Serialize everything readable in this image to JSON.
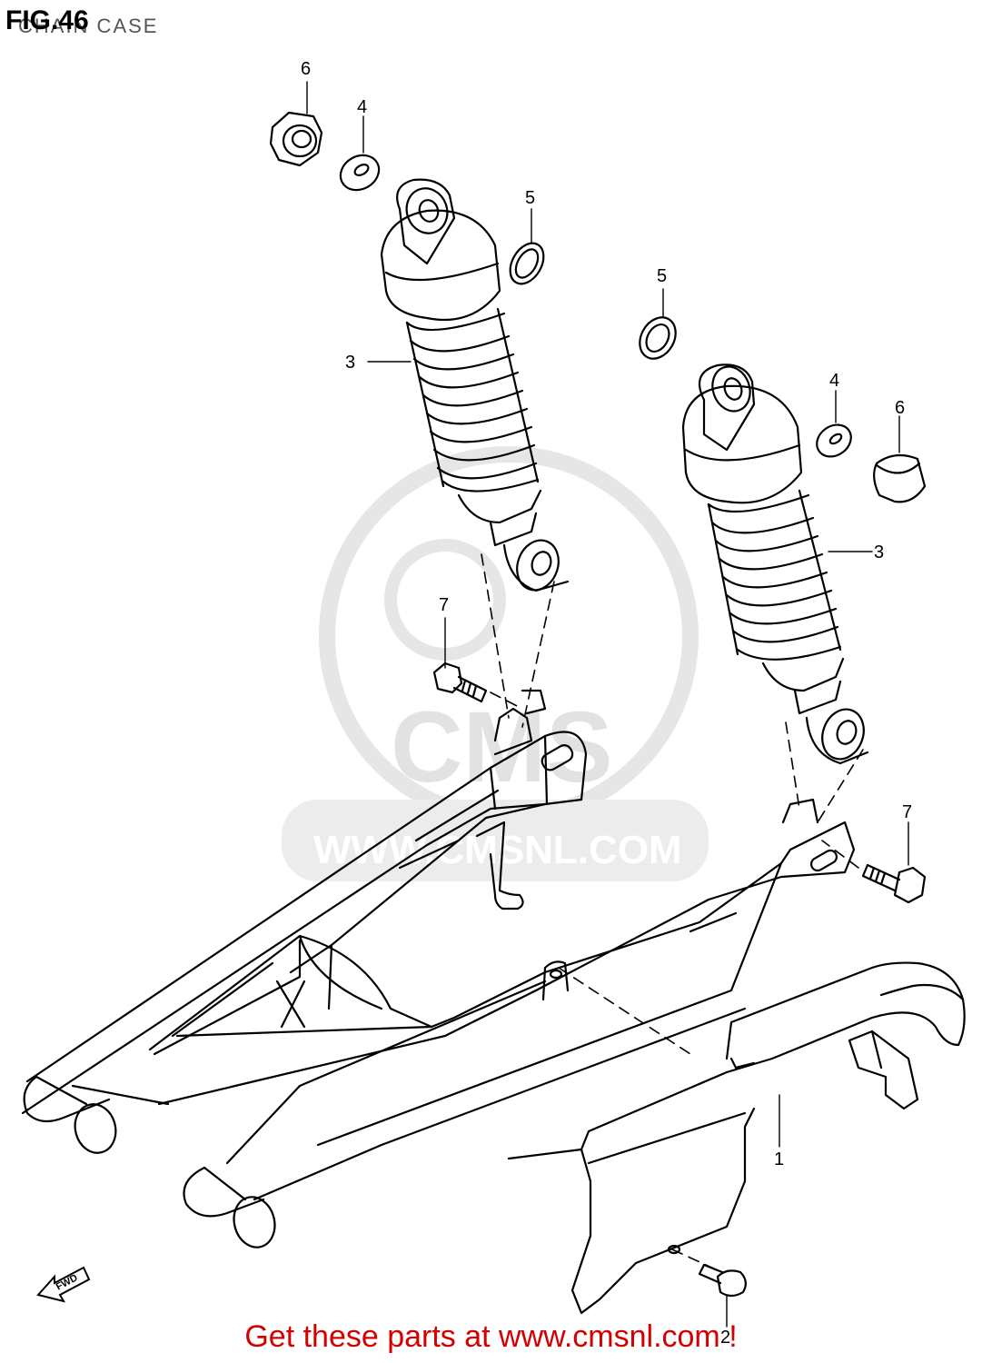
{
  "figure": {
    "title": "FIG.46",
    "subtitle": "CHAIN CASE"
  },
  "watermark": {
    "brand": "CMS",
    "url": "WWW.CMSNL.COM"
  },
  "direction_marker": "FWD",
  "callouts": [
    "1",
    "2",
    "3",
    "4",
    "5",
    "6",
    "7"
  ],
  "footer": {
    "text": "Get these parts at www.cmsnl.com !",
    "color": "#d40000"
  }
}
